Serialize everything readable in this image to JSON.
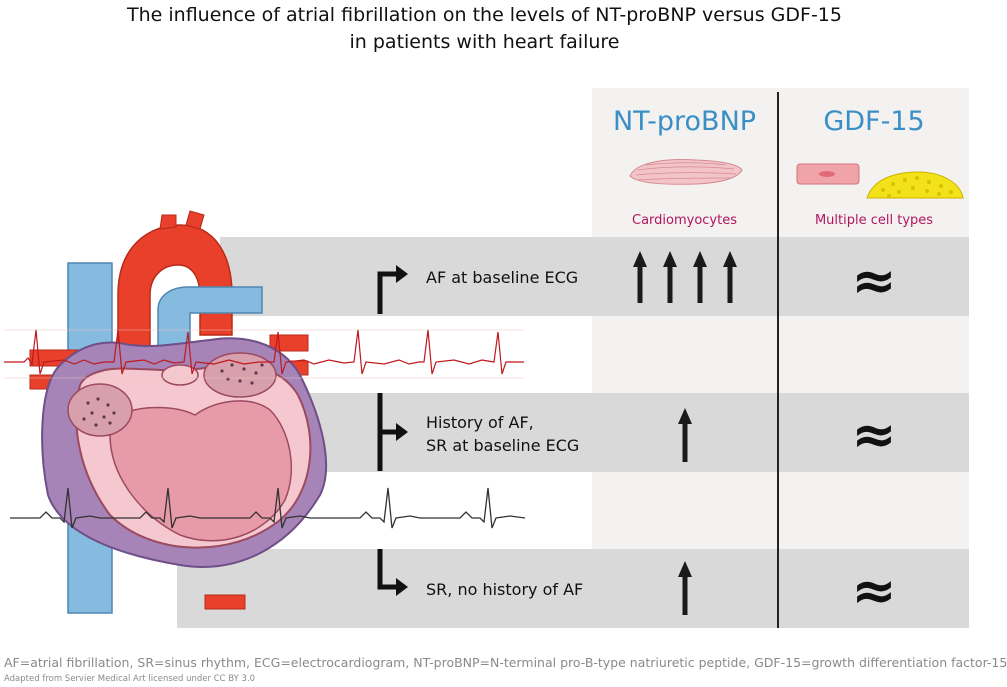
{
  "title_line1": "The influence of atrial fibrillation on the levels of NT-proBNP versus GDF-15",
  "title_line2": "in patients with heart failure",
  "columns": [
    {
      "header": "NT-proBNP",
      "caption": "Cardiomyocytes"
    },
    {
      "header": "GDF-15",
      "caption": "Multiple cell types"
    }
  ],
  "rows": [
    {
      "label_lines": [
        "AF at baseline ECG",
        ""
      ],
      "ntprobnp_arrows": 4,
      "gdf15": "≈"
    },
    {
      "label_lines": [
        "History of AF,",
        "SR at baseline ECG"
      ],
      "ntprobnp_arrows": 1,
      "gdf15": "≈"
    },
    {
      "label_lines": [
        "SR, no history of AF",
        ""
      ],
      "ntprobnp_arrows": 1,
      "gdf15": "≈"
    }
  ],
  "footer": "AF=atrial fibrillation, SR=sinus rhythm, ECG=electrocardiogram, NT-proBNP=N-terminal pro-B-type natriuretic peptide, GDF-15=growth differentiation factor-15",
  "credit": "Adapted from Servier Medical Art licensed under CC BY 3.0",
  "colors": {
    "header_blue": "#3a8fc6",
    "caption_magenta": "#b0165f",
    "band_gray": "#d9d9d9",
    "column_bg": "#f4f1f1"
  }
}
